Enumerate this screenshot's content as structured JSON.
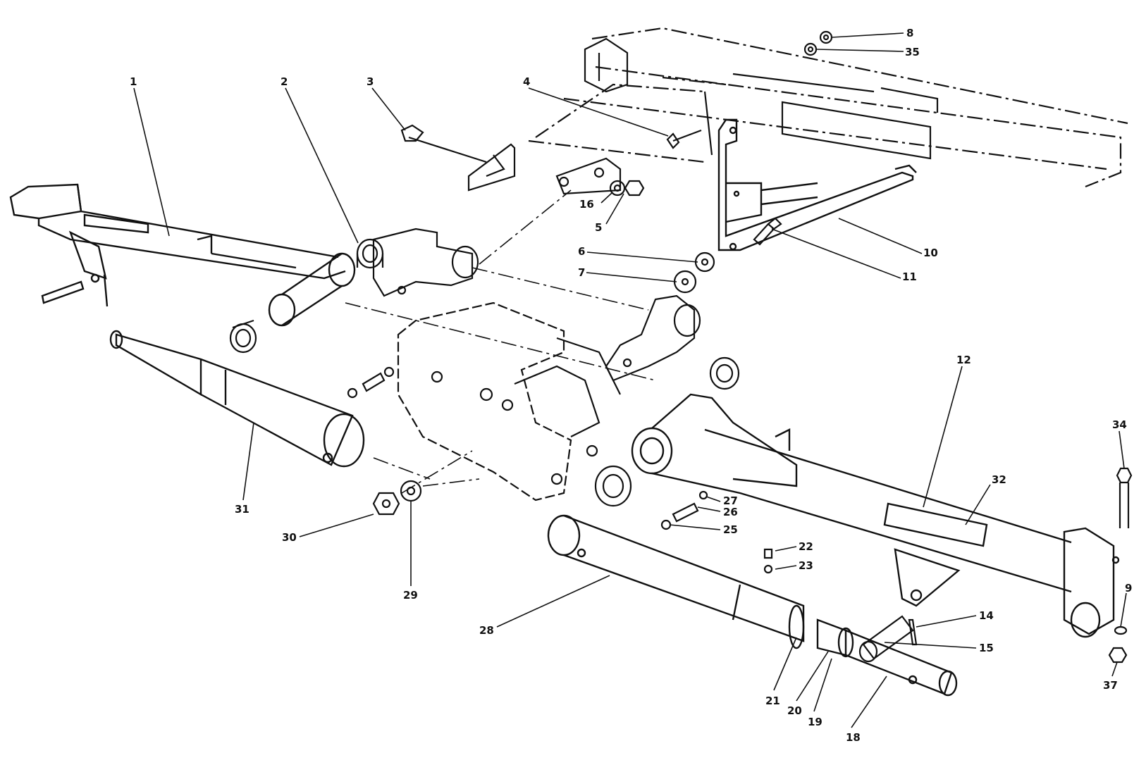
{
  "diagram": {
    "type": "exploded-parts-diagram",
    "line_color": "#111111",
    "background": "#ffffff",
    "callouts": [
      {
        "id": "c1",
        "label": "1"
      },
      {
        "id": "c2",
        "label": "2"
      },
      {
        "id": "c3",
        "label": "3"
      },
      {
        "id": "c4",
        "label": "4"
      },
      {
        "id": "c8",
        "label": "8"
      },
      {
        "id": "c35",
        "label": "35"
      },
      {
        "id": "c16",
        "label": "16"
      },
      {
        "id": "c5",
        "label": "5"
      },
      {
        "id": "c6",
        "label": "6"
      },
      {
        "id": "c7",
        "label": "7"
      },
      {
        "id": "c10",
        "label": "10"
      },
      {
        "id": "c11",
        "label": "11"
      },
      {
        "id": "c12",
        "label": "12"
      },
      {
        "id": "c34",
        "label": "34"
      },
      {
        "id": "c32",
        "label": "32"
      },
      {
        "id": "c27",
        "label": "27"
      },
      {
        "id": "c26",
        "label": "26"
      },
      {
        "id": "c25",
        "label": "25"
      },
      {
        "id": "c22",
        "label": "22"
      },
      {
        "id": "c23",
        "label": "23"
      },
      {
        "id": "c9",
        "label": "9"
      },
      {
        "id": "c14",
        "label": "14"
      },
      {
        "id": "c15",
        "label": "15"
      },
      {
        "id": "c37",
        "label": "37"
      },
      {
        "id": "c28",
        "label": "28"
      },
      {
        "id": "c31",
        "label": "31"
      },
      {
        "id": "c30",
        "label": "30"
      },
      {
        "id": "c29",
        "label": "29"
      },
      {
        "id": "c21",
        "label": "21"
      },
      {
        "id": "c20",
        "label": "20"
      },
      {
        "id": "c19",
        "label": "19"
      },
      {
        "id": "c18",
        "label": "18"
      }
    ]
  }
}
